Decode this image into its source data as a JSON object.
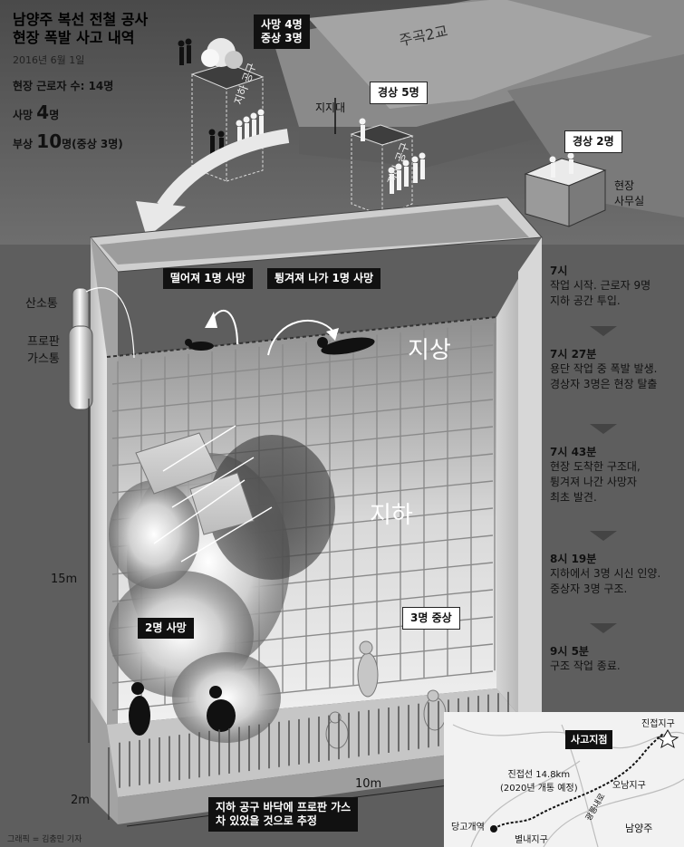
{
  "header": {
    "title_line1": "남양주 복선 전철 공사",
    "title_line2": "현장 폭발 사고 내역",
    "date": "2016년 6월 1일",
    "workers_label": "현장 근로자 수: 14명",
    "dead_label": "사망",
    "dead_value": "4",
    "dead_unit": "명",
    "injured_label": "부상",
    "injured_value": "10",
    "injured_unit": "명(중상 3명)"
  },
  "top_scene": {
    "bridge_label": "주곡2교",
    "callout_dead_1": "사망 4명",
    "callout_dead_2": "중상 3명",
    "shaft_label": "지하 공구",
    "support_label": "지지대",
    "minor5": "경상 5명",
    "shaft_label_2": "지하 공구",
    "minor2": "경상 2명",
    "office_1": "현장",
    "office_2": "사무실"
  },
  "main_scene": {
    "fell": "떨어져 1명 사망",
    "thrown": "튕겨져 나가 1명 사망",
    "oxygen": "산소통",
    "propane_1": "프로판",
    "propane_2": "가스통",
    "ground": "지상",
    "underground": "지하",
    "dead2": "2명 사망",
    "serious3": "3명 중상",
    "depth": "15m",
    "floor_depth": "2m",
    "width": "10m",
    "note_1": "지하 공구 바닥에 프로판 가스",
    "note_2": "차 있었을 것으로 추정"
  },
  "timeline": [
    {
      "time": "7시",
      "desc": "작업 시작. 근로자 9명\n지하 공간 투입."
    },
    {
      "time": "7시 27분",
      "desc": "용단 작업 중 폭발 발생.\n경상자 3명은 현장 탈출"
    },
    {
      "time": "7시 43분",
      "desc": "현장 도착한 구조대,\n튕겨져 나간 사망자\n최초 발견."
    },
    {
      "time": "8시 19분",
      "desc": "지하에서 3명 시신 인양.\n중상자 3명 구조."
    },
    {
      "time": "9시 5분",
      "desc": "구조 작업 종료."
    }
  ],
  "map": {
    "accident": "사고지점",
    "jinjeop": "진접지구",
    "line_1": "진접선 14.8km",
    "line_2": "(2020년 개통 예정)",
    "dangogae": "당고개역",
    "onam": "오남지구",
    "byeollae": "별내지구",
    "namyangju": "남양주",
    "road": "광릉내로"
  },
  "credit": "그래픽 = 김충민 기자"
}
